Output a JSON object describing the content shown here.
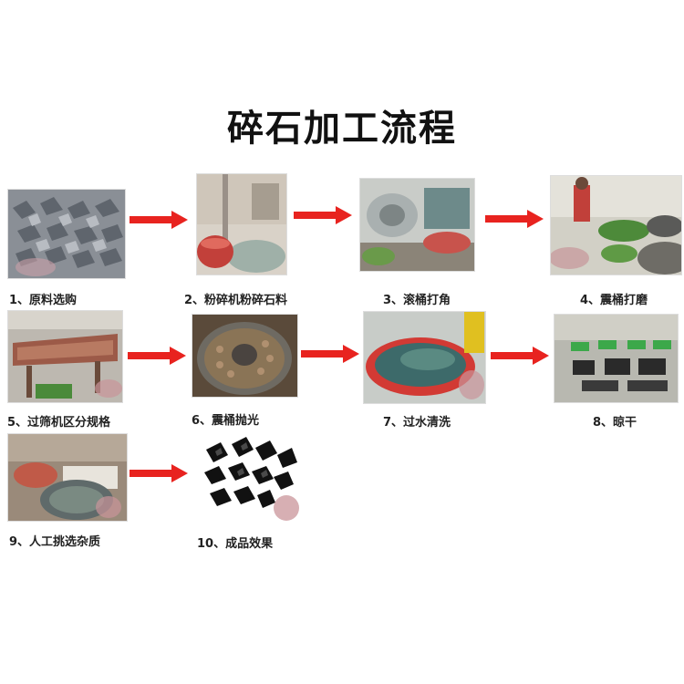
{
  "title": "碎石加工流程",
  "steps": [
    {
      "label": "1、原料选购",
      "icon": "raw-stone-photo"
    },
    {
      "label": "2、粉碎机粉碎石料",
      "icon": "crusher-photo"
    },
    {
      "label": "3、滚桶打角",
      "icon": "tumbler-drum-photo"
    },
    {
      "label": "4、震桶打磨",
      "icon": "vibrating-bucket-grinding-photo"
    },
    {
      "label": "5、过筛机区分规格",
      "icon": "sieve-machine-photo"
    },
    {
      "label": "6、震桶抛光",
      "icon": "vibrating-bucket-polishing-photo"
    },
    {
      "label": "7、过水清洗",
      "icon": "water-washing-photo"
    },
    {
      "label": "8、晾干",
      "icon": "drying-photo"
    },
    {
      "label": "9、人工挑选杂质",
      "icon": "manual-sorting-photo"
    },
    {
      "label": "10、成品效果",
      "icon": "finished-product-photo"
    }
  ],
  "colors": {
    "arrow": "#e8231f",
    "title": "#111111"
  }
}
